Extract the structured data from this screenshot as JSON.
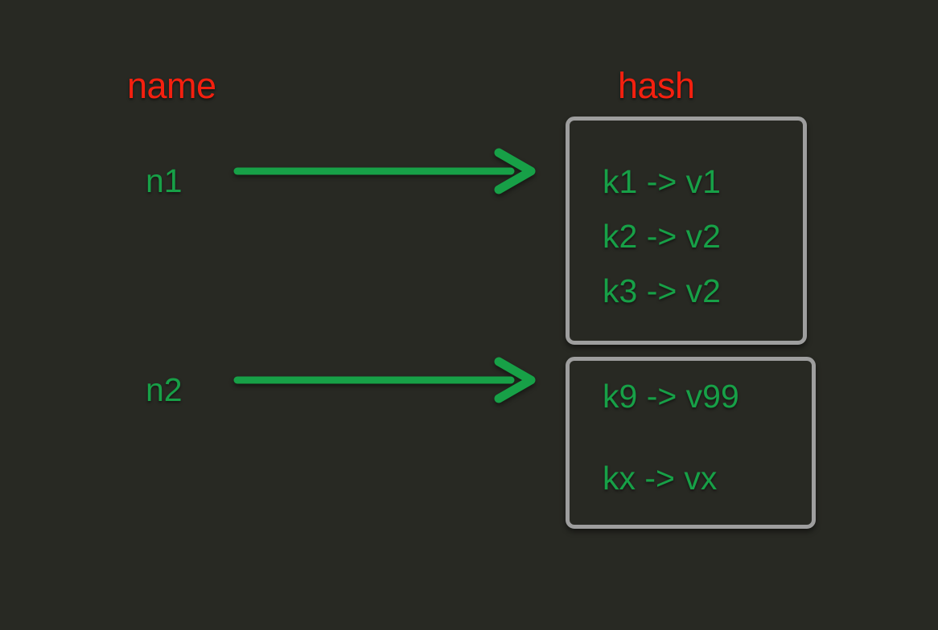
{
  "diagram": {
    "background_color": "#282923",
    "columns": [
      {
        "id": "name",
        "label": "name",
        "color": "#f4200f"
      },
      {
        "id": "hash",
        "label": "hash",
        "color": "#f4200f"
      }
    ],
    "rows": [
      {
        "id": "n1",
        "label": "n1",
        "label_color": "#17a047",
        "arrow": {
          "name": "arrow-n1-to-hash-1",
          "color": "#17a047",
          "direction": "right"
        },
        "box": {
          "id": "hash-box-1",
          "border_color": "#9e9e9e",
          "text_color": "#17a047",
          "entries": [
            "k1 -> v1",
            "k2 -> v2",
            "k3 -> v2"
          ]
        }
      },
      {
        "id": "n2",
        "label": "n2",
        "label_color": "#17a047",
        "arrow": {
          "name": "arrow-n2-to-hash-2",
          "color": "#17a047",
          "direction": "right"
        },
        "box": {
          "id": "hash-box-2",
          "border_color": "#9e9e9e",
          "text_color": "#17a047",
          "entries": [
            "k9 -> v99",
            "kx -> vx"
          ]
        }
      }
    ]
  }
}
